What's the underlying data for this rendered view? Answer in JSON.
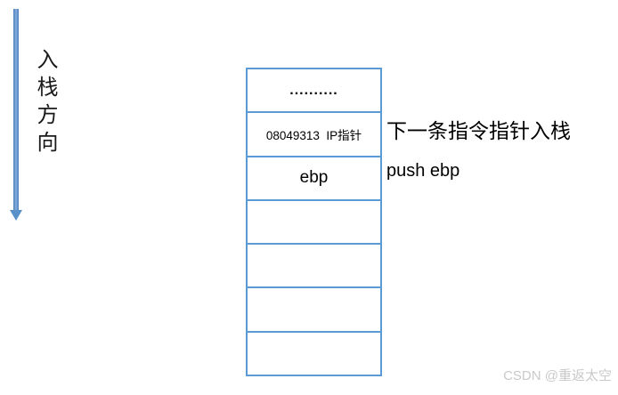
{
  "arrow_label": "入栈方向",
  "stack": {
    "rows": [
      {
        "label": ".........."
      },
      {
        "label": "08049313  IP指针"
      },
      {
        "label": "ebp"
      },
      {
        "label": ""
      },
      {
        "label": ""
      },
      {
        "label": ""
      },
      {
        "label": ""
      }
    ]
  },
  "annotations": {
    "line1": "下一条指令指针入栈",
    "line2": "push ebp"
  },
  "watermark": "CSDN @重返太空",
  "colors": {
    "table_border": "#5b9bd5",
    "arrow_fill": "#85aede",
    "arrow_edge": "#4a7ebb",
    "arrow_head": "#5b91c9",
    "watermark": "#c9c9c9"
  }
}
